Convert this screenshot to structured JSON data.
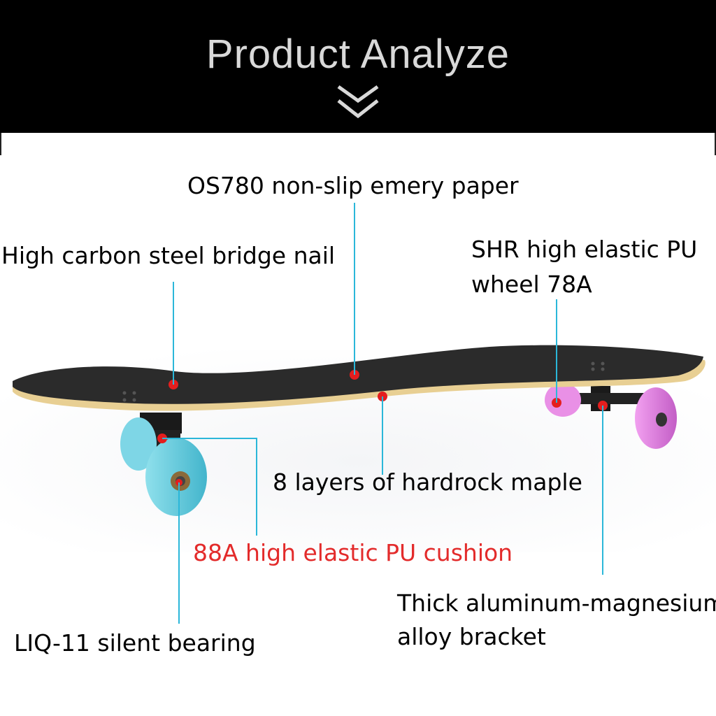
{
  "header": {
    "title": "Product Analyze",
    "chevron_icon": "double-chevron-down-icon",
    "background": "#000000",
    "title_color": "#d9d9d9"
  },
  "colors": {
    "leader_line": "#2bb7d9",
    "marker_dot": "#e41e1e",
    "highlight_text": "#e32b2b",
    "deck_grip": "#2b2b2b",
    "maple_edge": "#e8cf93",
    "front_wheels": "#56c4d8",
    "rear_wheels": "#d977d9"
  },
  "callouts": {
    "emery_paper": "OS780 non-slip emery paper",
    "bridge_nail": "High carbon steel bridge nail",
    "wheel_line1": "SHR high elastic PU",
    "wheel_line2": "wheel 78A",
    "maple_layers": "8 layers of hardrock maple",
    "cushion": "88A high elastic PU cushion",
    "bracket_line1": "Thick aluminum-magnesium",
    "bracket_line2": "alloy bracket",
    "bearing": "LIQ-11 silent bearing"
  }
}
